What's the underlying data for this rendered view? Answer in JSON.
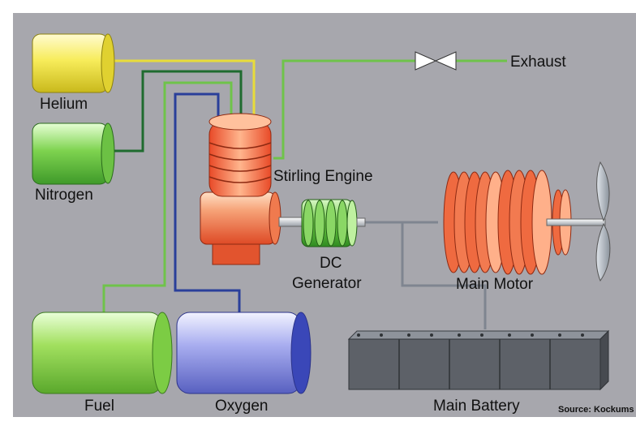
{
  "labels": {
    "helium": "Helium",
    "nitrogen": "Nitrogen",
    "exhaust": "Exhaust",
    "stirling": "Stirling Engine",
    "dc1": "DC",
    "dc2": "Generator",
    "motor": "Main Motor",
    "fuel": "Fuel",
    "oxygen": "Oxygen",
    "battery": "Main Battery",
    "source": "Source: Kockums"
  },
  "colors": {
    "background": "#a7a7ad",
    "helium_line": "#e8dc3a",
    "nitrogen_line": "#1f6b2f",
    "fuel_line": "#6fc34a",
    "oxygen_line": "#2a3f9a",
    "exhaust_line": "#6fc34a",
    "shaft_line": "#7f8590",
    "battery": "#5d6168"
  }
}
